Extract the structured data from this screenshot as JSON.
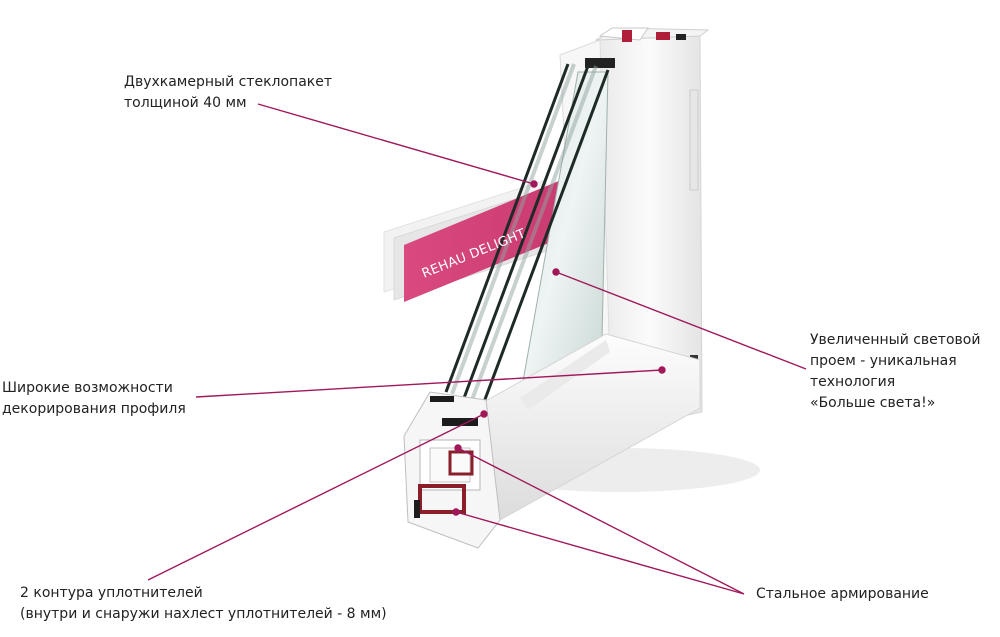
{
  "annotations": {
    "glass_unit": [
      "Двухкамерный стеклопакет",
      "толщиной 40 мм"
    ],
    "light_opening": [
      "Увеличенный световой",
      "проем - уникальная",
      "технология",
      "«Больше света!»"
    ],
    "decor": [
      "Широкие возможности",
      "декорирования профиля"
    ],
    "seals": [
      "2 контура уплотнителей",
      "(внутри и снаружи нахлест уплотнителей - 8 мм)"
    ],
    "steel": [
      "Стальное армирование"
    ]
  },
  "brand_tag": "REHAU DELIGHT",
  "colors": {
    "leader": "#a0185a",
    "brand": "#d6467c",
    "frame": "#f1f1f1",
    "glass": "#c9d8d6",
    "gasket": "#1c1c1c",
    "steel": "#8a1f2a"
  }
}
